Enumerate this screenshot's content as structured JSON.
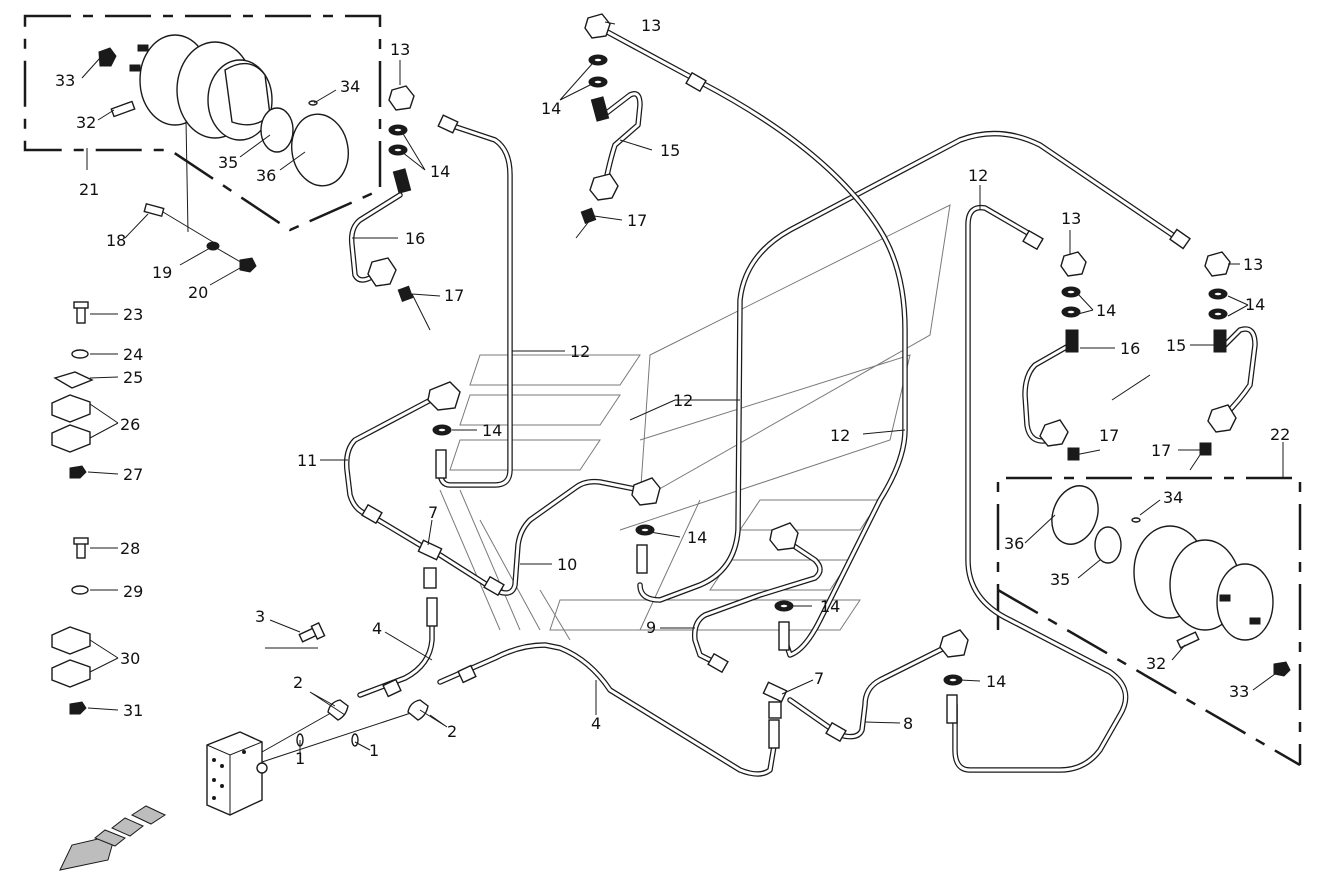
{
  "diagram": {
    "title": "",
    "callouts": {
      "c1a": "1",
      "c1b": "1",
      "c2a": "2",
      "c2b": "2",
      "c3": "3",
      "c4a": "4",
      "c4b": "4",
      "c7a": "7",
      "c7b": "7",
      "c8": "8",
      "c9": "9",
      "c10": "10",
      "c11": "11",
      "c12a": "12",
      "c12b": "12",
      "c12c": "12",
      "c12d": "12",
      "c13a": "13",
      "c13b": "13",
      "c13c": "13",
      "c13d": "13",
      "c14a": "14",
      "c14b": "14",
      "c14c": "14",
      "c14d": "14",
      "c14e": "14",
      "c14f": "14",
      "c14g": "14",
      "c14h": "14",
      "c15a": "15",
      "c15b": "15",
      "c16a": "16",
      "c16b": "16",
      "c17a": "17",
      "c17b": "17",
      "c17c": "17",
      "c17d": "17",
      "c18": "18",
      "c19": "19",
      "c20": "20",
      "c21": "21",
      "c22": "22",
      "c23": "23",
      "c24": "24",
      "c25": "25",
      "c26": "26",
      "c27": "27",
      "c28": "28",
      "c29": "29",
      "c30": "30",
      "c31": "31",
      "c32a": "32",
      "c32b": "32",
      "c33a": "33",
      "c33b": "33",
      "c34a": "34",
      "c34b": "34",
      "c35a": "35",
      "c35b": "35",
      "c36a": "36",
      "c36b": "36"
    }
  }
}
